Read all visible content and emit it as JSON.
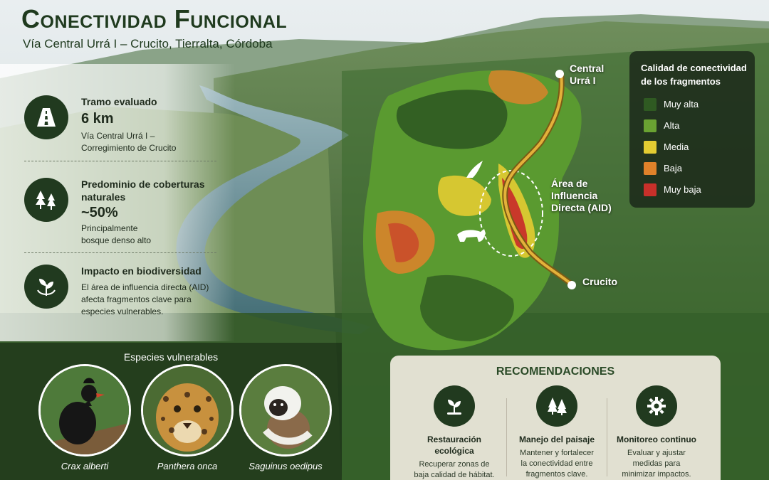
{
  "header": {
    "title": "Conectividad Funcional",
    "subtitle": "Vía Central Urrá I – Crucito, Tierralta, Córdoba"
  },
  "stats": [
    {
      "label": "Tramo evaluado",
      "value": "6 km",
      "desc_line1": "Vía Central Urrá I –",
      "desc_line2": "Corregimiento de Crucito",
      "icon": "road-icon"
    },
    {
      "label_line1": "Predominio de coberturas",
      "label_line2": "naturales",
      "value": "~50%",
      "desc_line1": "Principalmente",
      "desc_line2": "bosque denso alto",
      "icon": "trees-icon"
    },
    {
      "label": "Impacto en biodiversidad",
      "desc_line1": "El área de influencia directa (AID)",
      "desc_line2": "afecta fragmentos clave para",
      "desc_line3": "especies vulnerables.",
      "icon": "leaf-icon"
    }
  ],
  "species": {
    "heading": "Especies vulnerables",
    "items": [
      {
        "name": "Crax alberti"
      },
      {
        "name": "Panthera onca"
      },
      {
        "name": "Saguinus oedipus"
      }
    ]
  },
  "map": {
    "label_start_line1": "Central",
    "label_start_line2": "Urrá I",
    "label_end": "Crucito",
    "label_aid_line1": "Área de",
    "label_aid_line2": "Influencia",
    "label_aid_line3": "Directa (AID)"
  },
  "legend": {
    "title_line1": "Calidad de conectividad",
    "title_line2": "de los fragmentos",
    "items": [
      {
        "label": "Muy alta",
        "color": "#2f5a22"
      },
      {
        "label": "Alta",
        "color": "#6aa232"
      },
      {
        "label": "Media",
        "color": "#e3cc32"
      },
      {
        "label": "Baja",
        "color": "#e0822a"
      },
      {
        "label": "Muy baja",
        "color": "#c8302a"
      }
    ]
  },
  "recommendations": {
    "title": "RECOMENDACIONES",
    "items": [
      {
        "title_line1": "Restauración",
        "title_line2": "ecológica",
        "desc_line1": "Recuperar zonas de",
        "desc_line2": "baja calidad de hábitat.",
        "icon": "sprout-icon"
      },
      {
        "title_line1": "Manejo del paisaje",
        "desc_line1": "Mantener y fortalecer",
        "desc_line2": "la conectividad entre",
        "desc_line3": "fragmentos clave.",
        "icon": "pine-trees-icon"
      },
      {
        "title_line1": "Monitoreo continuo",
        "desc_line1": "Evaluar y ajustar",
        "desc_line2": "medidas para",
        "desc_line3": "minimizar impactos.",
        "icon": "gear-icon"
      }
    ]
  }
}
